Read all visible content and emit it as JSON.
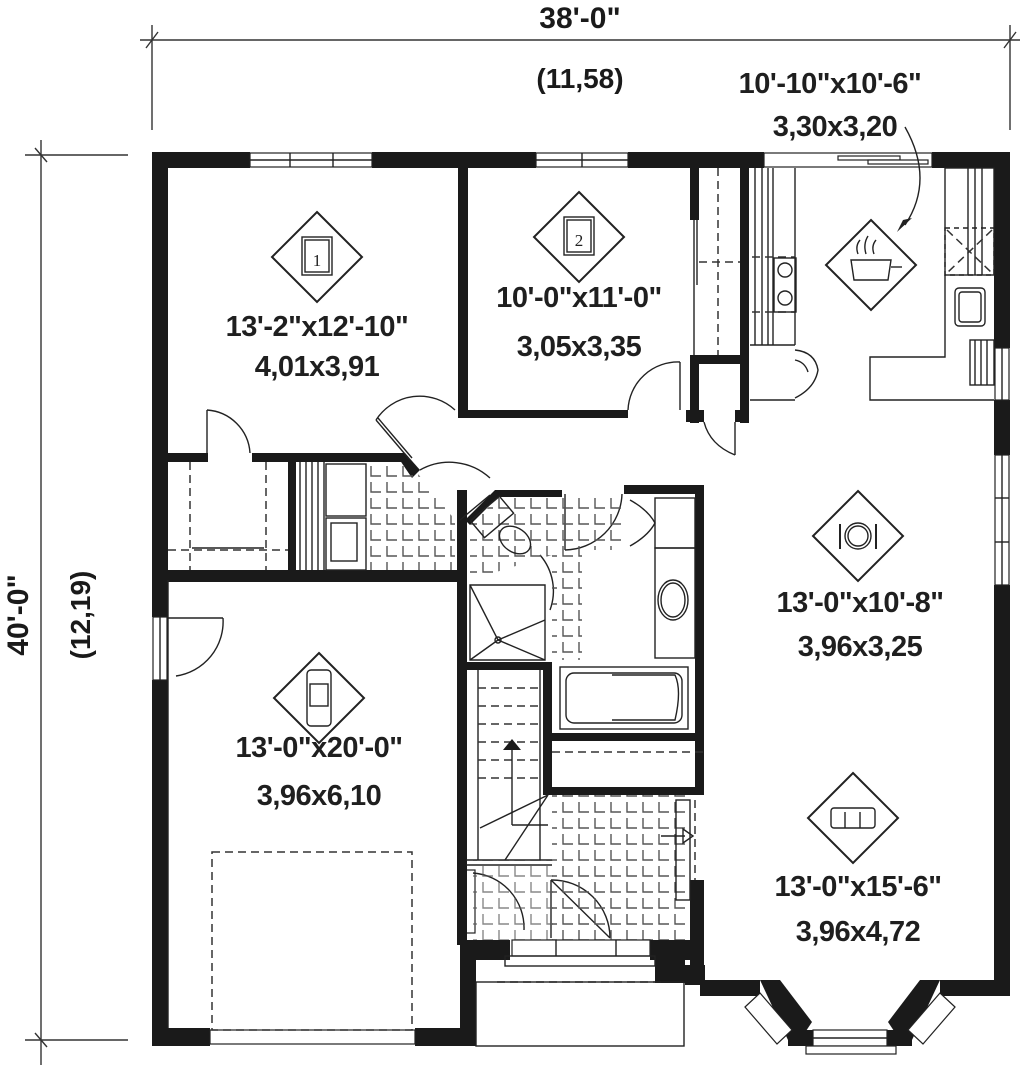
{
  "overall": {
    "width_imperial": "38'-0\"",
    "width_metric": "(11,58)",
    "depth_imperial": "40'-0\"",
    "depth_metric": "(12,19)"
  },
  "rooms": [
    {
      "id": "bedroom-1",
      "icon": "bed-1-icon",
      "imperial": "13'-2\"x12'-10\"",
      "metric": "4,01x3,91"
    },
    {
      "id": "bedroom-2",
      "icon": "bed-2-icon",
      "imperial": "10'-0\"x11'-0\"",
      "metric": "3,05x3,35"
    },
    {
      "id": "kitchen",
      "icon": "cooking-pot-icon",
      "imperial": "10'-10\"x10'-6\"",
      "metric": "3,30x3,20"
    },
    {
      "id": "dining",
      "icon": "plate-cutlery-icon",
      "imperial": "13'-0\"x10'-8\"",
      "metric": "3,96x3,25"
    },
    {
      "id": "garage",
      "icon": "car-icon",
      "imperial": "13'-0\"x20'-0\"",
      "metric": "3,96x6,10"
    },
    {
      "id": "living",
      "icon": "sofa-icon",
      "imperial": "13'-0\"x15'-6\"",
      "metric": "3,96x4,72"
    }
  ],
  "colors": {
    "wall": "#1a1a1a",
    "background": "#ffffff",
    "line": "#222222"
  }
}
